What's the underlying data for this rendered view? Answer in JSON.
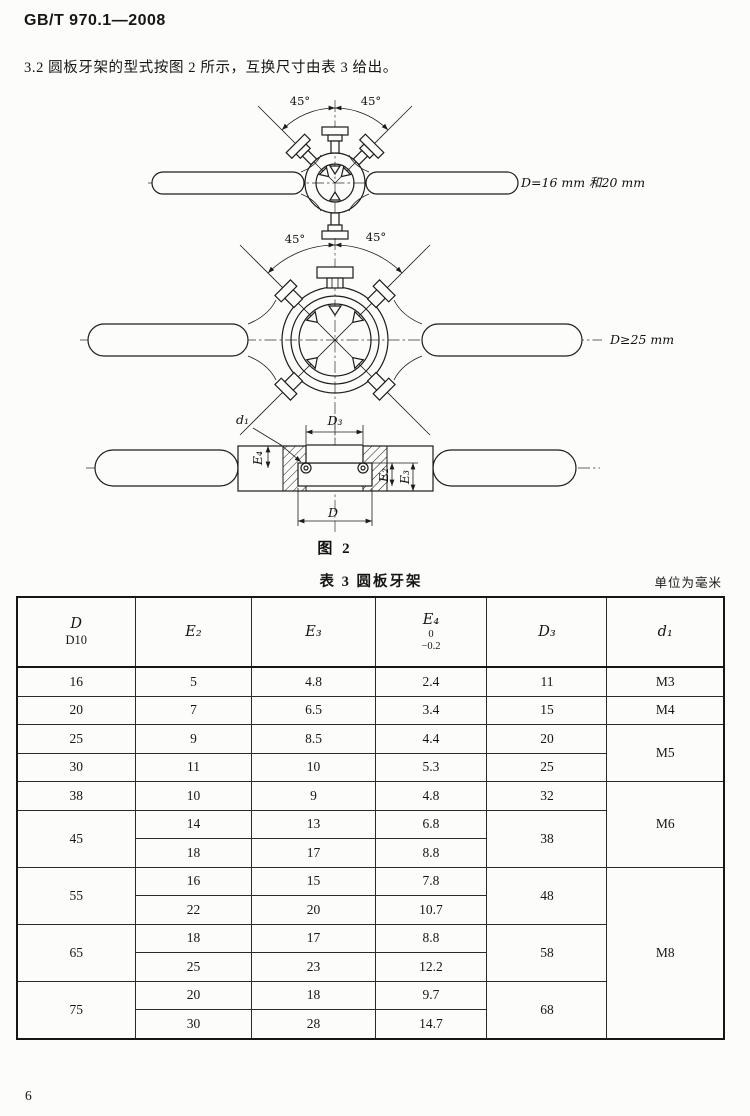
{
  "page": {
    "header": "GB/T 970.1—2008",
    "section_text": "3.2  圆板牙架的型式按图 2 所示，互换尺寸由表 3 给出。",
    "page_number": "6"
  },
  "figure": {
    "caption": "图 2",
    "angle_label": "45°",
    "label_small": "D=16 mm 和20 mm",
    "label_large": "D≥25 mm",
    "dim_labels": {
      "d1": "d₁",
      "D3": "D₃",
      "E4": "E₄",
      "E2": "E₂",
      "E3": "E₃",
      "D": "D"
    }
  },
  "table": {
    "title": "表 3  圆板牙架",
    "unit_note": "单位为毫米",
    "columns": [
      {
        "main": "D",
        "lines": [
          "D10"
        ]
      },
      {
        "main": "E₂",
        "lines": []
      },
      {
        "main": "E₃",
        "lines": []
      },
      {
        "main": "E₄",
        "lines": [
          "0",
          "−0.2"
        ]
      },
      {
        "main": "D₃",
        "lines": []
      },
      {
        "main": "d₁",
        "lines": []
      }
    ],
    "rows": [
      [
        {
          "v": "16"
        },
        {
          "v": "5",
          "rs": 2
        },
        {
          "v": "4.8",
          "rs": 2
        },
        {
          "v": "2.4",
          "rs": 2
        },
        {
          "v": "11"
        },
        {
          "v": "M3"
        }
      ],
      [
        {
          "v": "20",
          "rs": 2
        },
        {
          "v": "15",
          "rs": 2
        },
        {
          "v": "M4",
          "rs": 2
        }
      ],
      [
        {
          "v": "7"
        },
        {
          "v": "6.5"
        },
        {
          "v": "3.4"
        }
      ],
      [
        {
          "v": "25"
        },
        {
          "v": "9"
        },
        {
          "v": "8.5"
        },
        {
          "v": "4.4"
        },
        {
          "v": "20"
        },
        {
          "v": "M5",
          "rs": 2
        }
      ],
      [
        {
          "v": "30"
        },
        {
          "v": "11"
        },
        {
          "v": "10"
        },
        {
          "v": "5.3"
        },
        {
          "v": "25"
        }
      ],
      [
        {
          "v": "38",
          "rs": 2
        },
        {
          "v": "10"
        },
        {
          "v": "9"
        },
        {
          "v": "4.8"
        },
        {
          "v": "32",
          "rs": 2
        },
        {
          "v": "M6",
          "rs": 4
        }
      ],
      [
        {
          "v": "14",
          "rs": 2
        },
        {
          "v": "13",
          "rs": 2
        },
        {
          "v": "6.8",
          "rs": 2
        }
      ],
      [
        {
          "v": "45",
          "rs": 2
        },
        {
          "v": "38",
          "rs": 2
        }
      ],
      [
        {
          "v": "18"
        },
        {
          "v": "17"
        },
        {
          "v": "8.8"
        }
      ],
      [
        {
          "v": "55",
          "rs": 2
        },
        {
          "v": "16"
        },
        {
          "v": "15"
        },
        {
          "v": "7.8"
        },
        {
          "v": "48",
          "rs": 2
        },
        {
          "v": "M8",
          "rs": 6
        }
      ],
      [
        {
          "v": "22"
        },
        {
          "v": "20"
        },
        {
          "v": "10.7"
        }
      ],
      [
        {
          "v": "65",
          "rs": 2
        },
        {
          "v": "18"
        },
        {
          "v": "17"
        },
        {
          "v": "8.8"
        },
        {
          "v": "58",
          "rs": 2
        }
      ],
      [
        {
          "v": "25"
        },
        {
          "v": "23"
        },
        {
          "v": "12.2"
        }
      ],
      [
        {
          "v": "75",
          "rs": 2
        },
        {
          "v": "20"
        },
        {
          "v": "18"
        },
        {
          "v": "9.7"
        },
        {
          "v": "68",
          "rs": 2
        }
      ],
      [
        {
          "v": "30"
        },
        {
          "v": "28"
        },
        {
          "v": "14.7"
        }
      ]
    ]
  }
}
